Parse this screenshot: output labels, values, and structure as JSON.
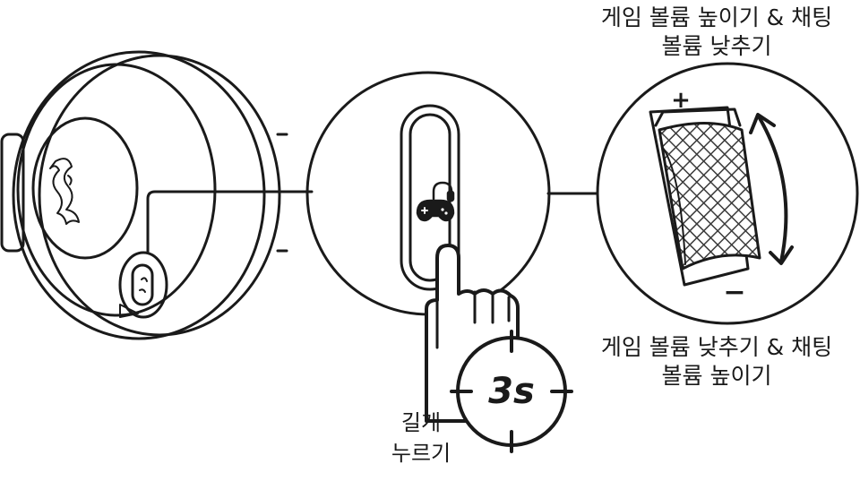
{
  "labels": {
    "scroll_up": [
      "게임 볼륨 높이기 & 채팅",
      "볼륨 낮추기"
    ],
    "scroll_down": [
      "게임 볼륨 낮추기 & 채팅",
      "볼륨 높이기"
    ],
    "hold": [
      "길게",
      "누르기"
    ]
  },
  "timer": {
    "value": "3s"
  },
  "wheel_marks": {
    "plus": "+",
    "minus": "−"
  },
  "icons": [
    "razer-logo-icon",
    "game-chat-icon",
    "pointing-hand-icon",
    "double-arrow-icon"
  ]
}
